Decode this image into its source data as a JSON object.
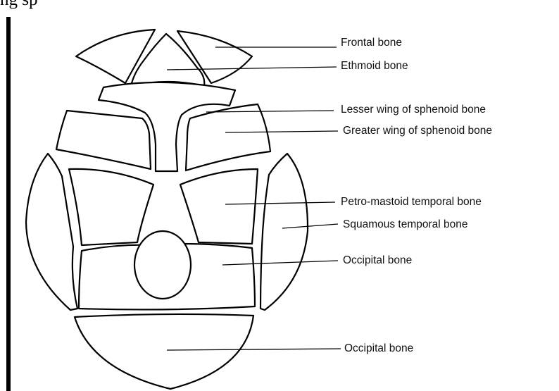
{
  "header": {
    "fragment": "ng sp"
  },
  "diagram": {
    "labels": [
      "Frontal bone",
      "Ethmoid bone",
      "Lesser wing of sphenoid bone",
      "Greater wing of sphenoid bone",
      "Petro-mastoid temporal bone",
      "Squamous temporal bone",
      "Occipital bone",
      "Occipital bone"
    ]
  },
  "colors": {
    "ink": "#000000",
    "background": "#ffffff"
  }
}
